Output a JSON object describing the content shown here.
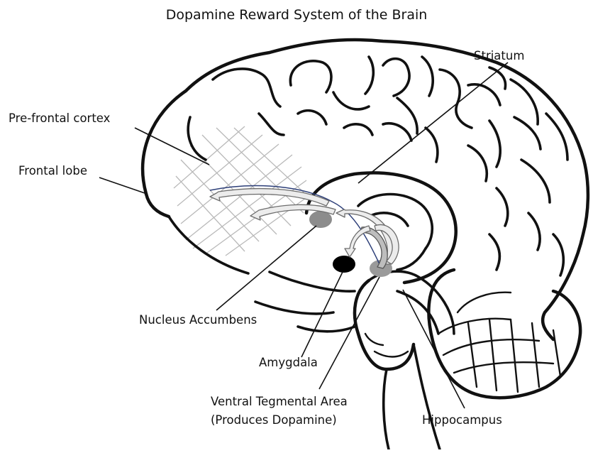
{
  "title": "Dopamine Reward System of the Brain",
  "labels": {
    "striatum": "Striatum",
    "prefrontal_cortex": "Pre-frontal cortex",
    "frontal_lobe": "Frontal lobe",
    "nucleus_accumbens": "Nucleus Accumbens",
    "amygdala": "Amygdala",
    "vta_line1": "Ventral Tegmental Area",
    "vta_line2": "(Produces Dopamine)",
    "hippocampus": "Hippocampus"
  },
  "colors": {
    "outline": "#111111",
    "prefrontal_grid": "#b9b9b9",
    "nucleus_accumbens": "#8c8c8c",
    "amygdala": "#000000",
    "vta": "#9a9a9a",
    "pathway_line": "#2c3e78"
  }
}
